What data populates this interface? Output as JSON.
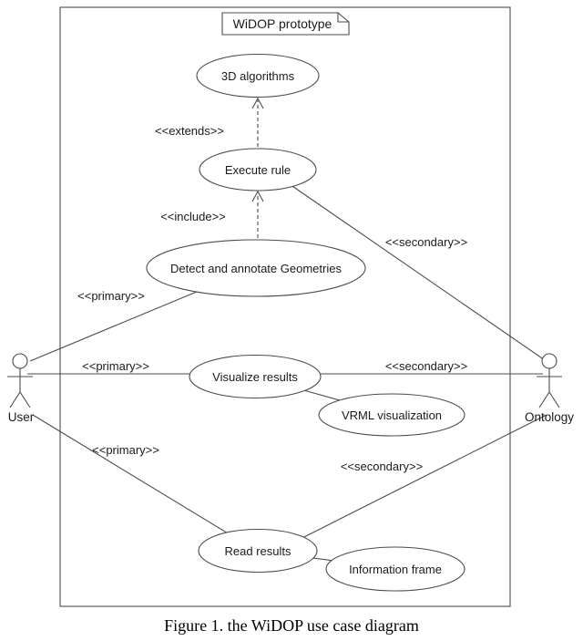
{
  "figure": {
    "system": {
      "label": "WiDOP prototype"
    },
    "use_cases": {
      "algorithms": {
        "label": "3D algorithms"
      },
      "execute_rule": {
        "label": "Execute rule"
      },
      "detect_geometries": {
        "label": "Detect and annotate Geometries"
      },
      "visualize_results": {
        "label": "Visualize results"
      },
      "vrml_visualization": {
        "label": "VRML visualization"
      },
      "read_results": {
        "label": "Read results"
      },
      "information_frame": {
        "label": "Information frame"
      }
    },
    "actors": {
      "user": {
        "label": "User"
      },
      "ontology": {
        "label": "Ontology"
      }
    },
    "stereotypes": {
      "extends": "<<extends>>",
      "include": "<<include>>",
      "primary_detect": "<<primary>>",
      "secondary_execute": "<<secondary>>",
      "primary_visualize": "<<primary>>",
      "secondary_visualize": "<<secondary>>",
      "primary_read": "<<primary>>",
      "secondary_read": "<<secondary>>"
    },
    "caption": "Figure 1. the WiDOP use case diagram",
    "colors": {
      "stroke": "#4b4b4b",
      "text": "#1a1a1a",
      "background": "#ffffff"
    }
  }
}
